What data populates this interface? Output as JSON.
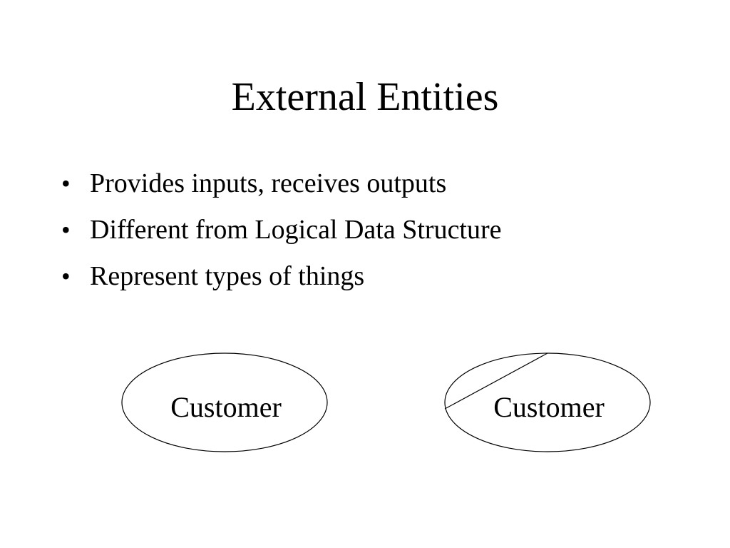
{
  "slide": {
    "title": "External Entities",
    "bullets": [
      "Provides inputs, receives outputs",
      "Different from Logical Data Structure",
      "Represent types of things"
    ],
    "bullet_marker": "•"
  },
  "diagram": {
    "entities": [
      {
        "label": "Customer",
        "shape": "ellipse"
      },
      {
        "label": "Customer",
        "shape": "ellipse-with-diagonal-line"
      }
    ]
  }
}
